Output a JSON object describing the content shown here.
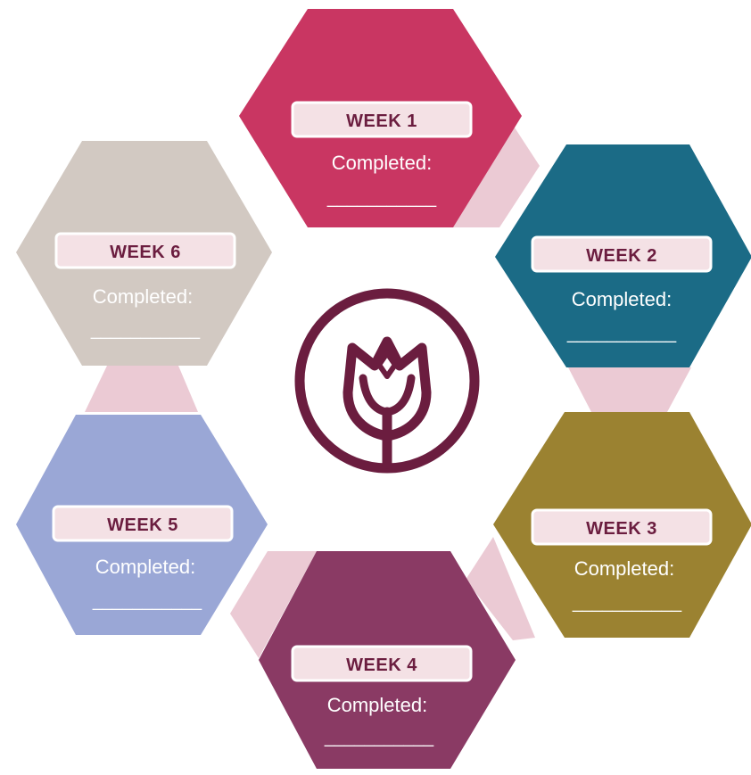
{
  "weeks": [
    {
      "label": "WEEK 1",
      "status_label": "Completed:",
      "blank": "___________",
      "color": "#c93662",
      "text_color": "#ffffff"
    },
    {
      "label": "WEEK 2",
      "status_label": "Completed:",
      "blank": "___________",
      "color": "#1b6b86",
      "text_color": "#ffffff"
    },
    {
      "label": "WEEK 3",
      "status_label": "Completed:",
      "blank": "___________",
      "color": "#9b8231",
      "text_color": "#ffffff"
    },
    {
      "label": "WEEK 4",
      "status_label": "Completed:",
      "blank": "___________",
      "color": "#8a3a64",
      "text_color": "#ffffff"
    },
    {
      "label": "WEEK 5",
      "status_label": "Completed:",
      "blank": "___________",
      "color": "#9aa7d6",
      "text_color": "#ffffff"
    },
    {
      "label": "WEEK 6",
      "status_label": "Completed:",
      "blank": "___________",
      "color": "#d2c9c2",
      "text_color": "#ffffff"
    }
  ],
  "colors": {
    "label_box": "#f4e1e5",
    "label_border": "#ffffff",
    "label_text": "#6b1d3f",
    "connector": "#ebcad4",
    "logo": "#6b1d3f"
  },
  "icons": {
    "center_logo": "tulip-in-circle-icon"
  }
}
